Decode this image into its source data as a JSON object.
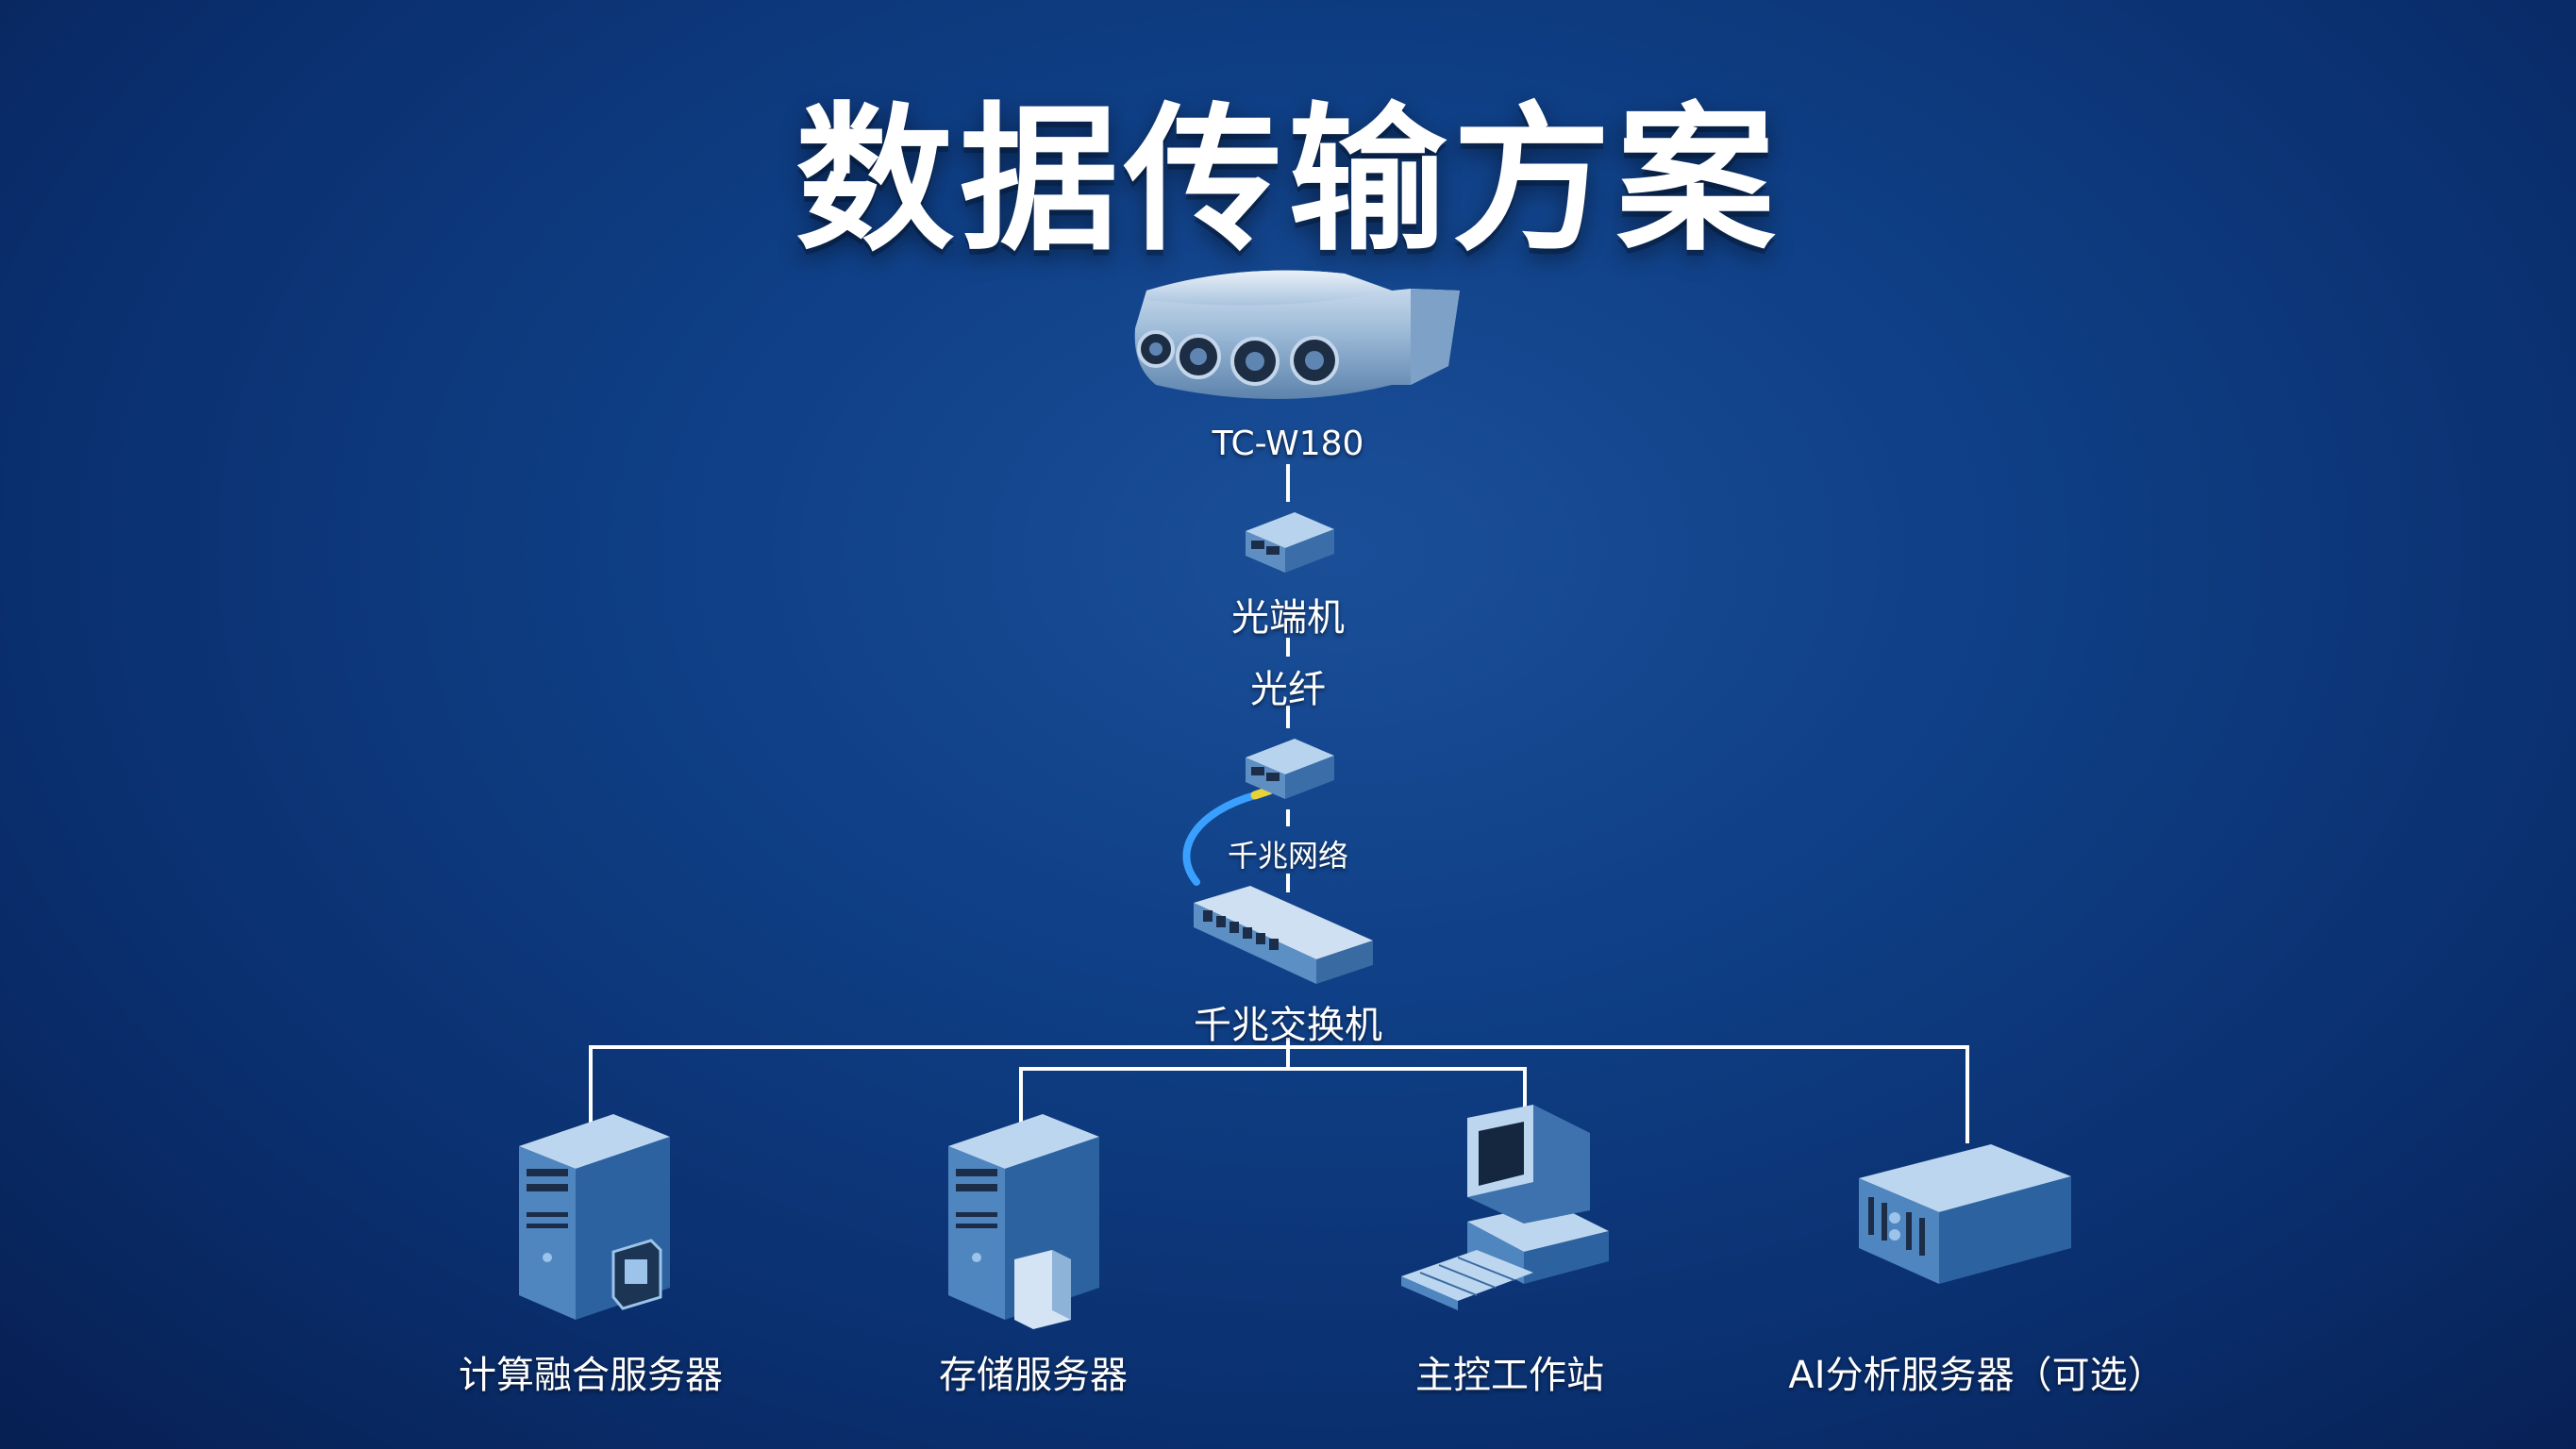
{
  "title": "数据传输方案",
  "nodes": {
    "camera": {
      "label": "TC-W180",
      "icon": "panoramic-camera-icon"
    },
    "transceiver_top": {
      "label": "光端机",
      "icon": "optical-transceiver-icon"
    },
    "fiber": {
      "label": "光纤"
    },
    "transceiver_bottom": {
      "icon": "optical-transceiver-icon"
    },
    "gigabit_network": {
      "label": "千兆网络",
      "icon": "network-cable-icon"
    },
    "switch": {
      "label": "千兆交换机",
      "icon": "network-switch-icon"
    }
  },
  "endpoints": [
    {
      "label": "计算融合服务器",
      "icon": "compute-server-icon"
    },
    {
      "label": "存储服务器",
      "icon": "storage-server-icon"
    },
    {
      "label": "主控工作站",
      "icon": "workstation-icon"
    },
    {
      "label": "AI分析服务器（可选）",
      "icon": "ai-rack-server-icon"
    }
  ],
  "colors": {
    "background": "#0f3f86",
    "line": "#ffffff",
    "device": "#4a90d0"
  }
}
